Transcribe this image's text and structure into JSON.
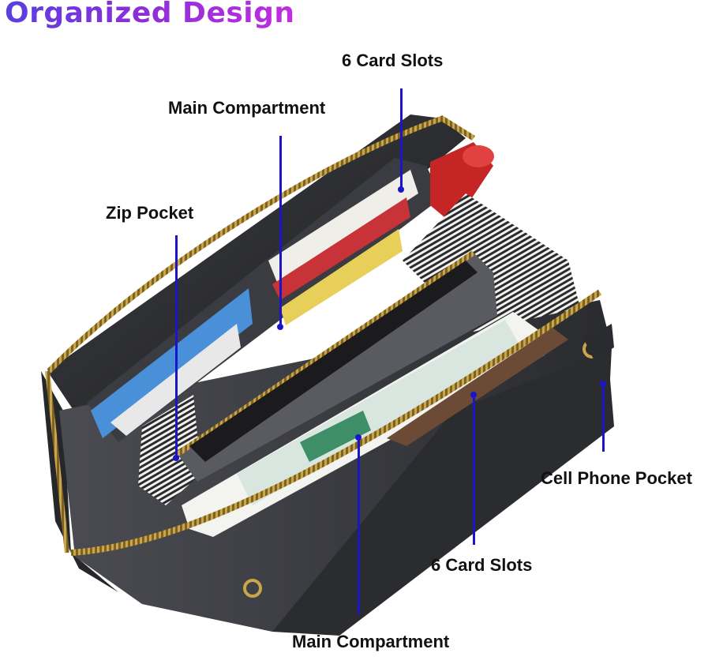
{
  "title": "Organized Design",
  "callouts": {
    "card_slots_top": "6 Card Slots",
    "main_compartment_top": "Main Compartment",
    "zip_pocket": "Zip Pocket",
    "cell_phone_pocket": "Cell Phone Pocket",
    "card_slots_bottom": "6 Card Slots",
    "main_compartment_bottom": "Main Compartment"
  },
  "colors": {
    "leader": "#1a16c8",
    "wallet": "#2e2f33",
    "zipper": "#b8953a",
    "title_gradient": [
      "#5a3fe0",
      "#c12ee0"
    ]
  }
}
